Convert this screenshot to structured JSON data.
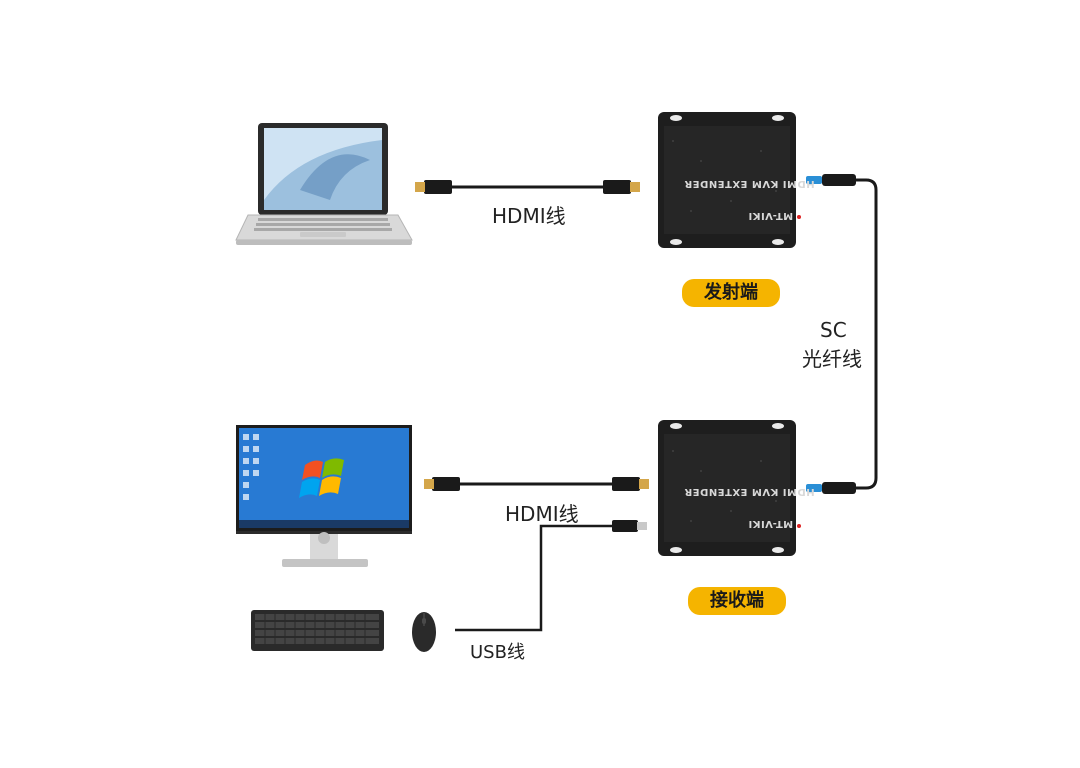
{
  "labels": {
    "hdmi_top": "HDMI线",
    "hdmi_bottom": "HDMI线",
    "usb": "USB线",
    "sc": "SC",
    "fiber": "光纤线",
    "transmitter": "发射端",
    "receiver": "接收端"
  },
  "devices": {
    "model_text": "HDMI KVM EXTENDER",
    "brand_text": "MT-VIKI"
  },
  "colors": {
    "badge": "#f5b400",
    "device_body": "#1e1e1e",
    "cable": "#1a1a1a",
    "fiber_connector": "#2a8fd6"
  }
}
